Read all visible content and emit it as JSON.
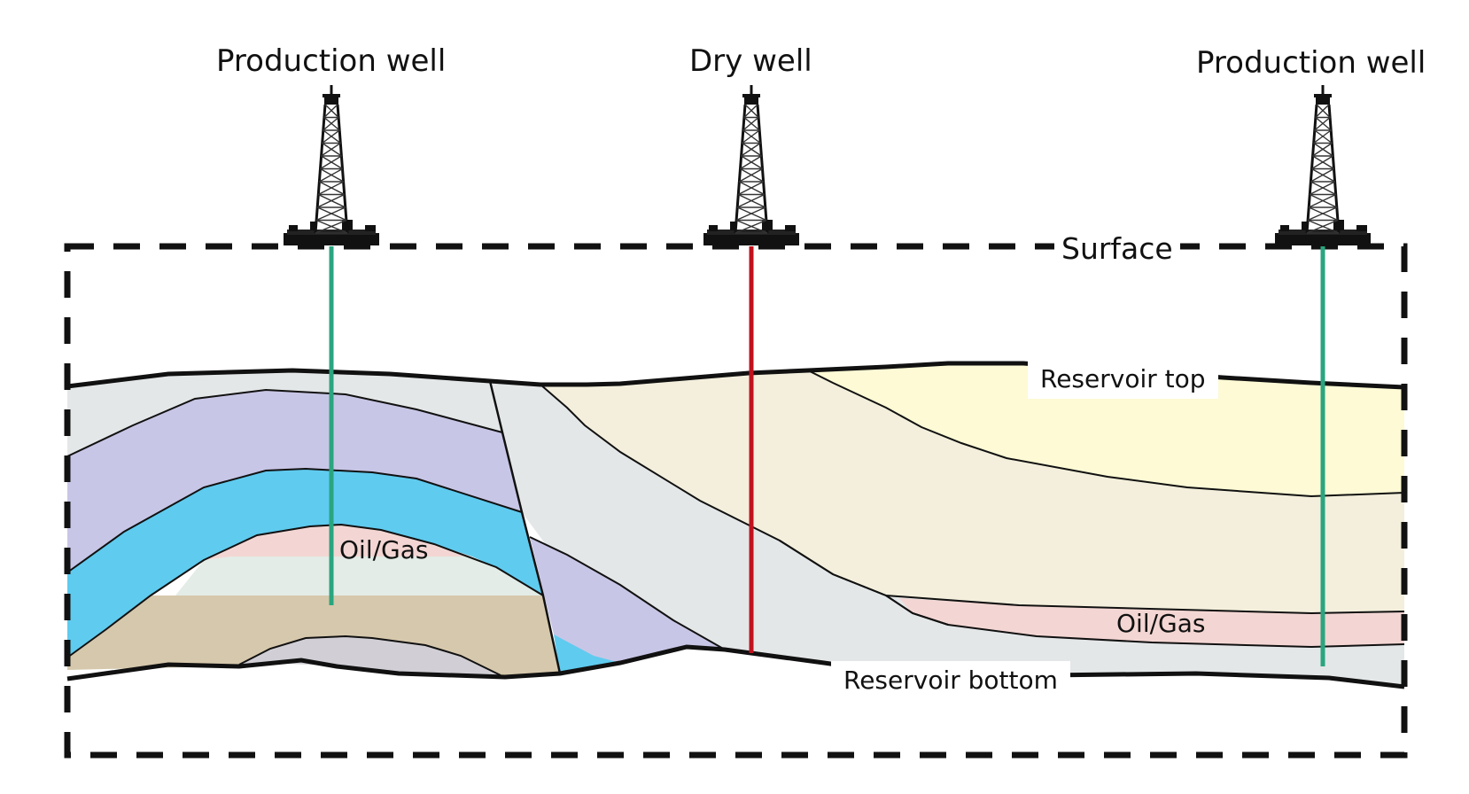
{
  "wells": [
    {
      "label": "Production well",
      "status": "production",
      "color": "#2aa57f"
    },
    {
      "label": "Dry well",
      "status": "dry",
      "color": "#c0121e"
    },
    {
      "label": "Production well",
      "status": "production",
      "color": "#2aa57f"
    }
  ],
  "labels": {
    "surface": "Surface",
    "reservoir_top": "Reservoir top",
    "reservoir_bottom": "Reservoir bottom",
    "oil_gas_left": "Oil/Gas",
    "oil_gas_right": "Oil/Gas"
  },
  "layer_colors": {
    "grey": "#e4e7e8",
    "lavender": "#c8c6e6",
    "blue": "#5fcbef",
    "oil_gas": "#f3d6d3",
    "water": "#e3ece6",
    "tan": "#d6c8ac",
    "core": "#d1cfd5",
    "cream": "#f3efdc",
    "yellow": "#fdfad5"
  }
}
